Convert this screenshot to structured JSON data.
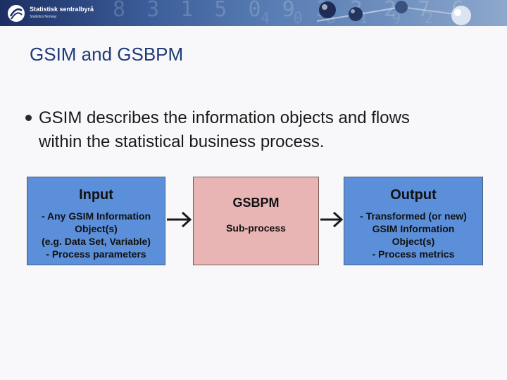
{
  "header": {
    "org_name": "Statistisk sentralbyrå",
    "org_sub": "Statistics Norway"
  },
  "slide": {
    "title": "GSIM and GSBPM",
    "bullet_line1": "GSIM describes the information objects and flows",
    "bullet_line2": "within the statistical business process."
  },
  "diagram": {
    "input": {
      "title": "Input",
      "lines": [
        "- Any GSIM Information",
        "Object(s)",
        "(e.g. Data Set, Variable)",
        "- Process parameters"
      ]
    },
    "process": {
      "title": "GSBPM",
      "sub": "Sub-process"
    },
    "output": {
      "title": "Output",
      "lines": [
        "- Transformed (or new)",
        "GSIM Information",
        "Object(s)",
        "- Process metrics"
      ]
    }
  },
  "colors": {
    "title": "#1e3a78",
    "box_blue": "#5b8fd9",
    "box_pink": "#e8b4b4"
  }
}
